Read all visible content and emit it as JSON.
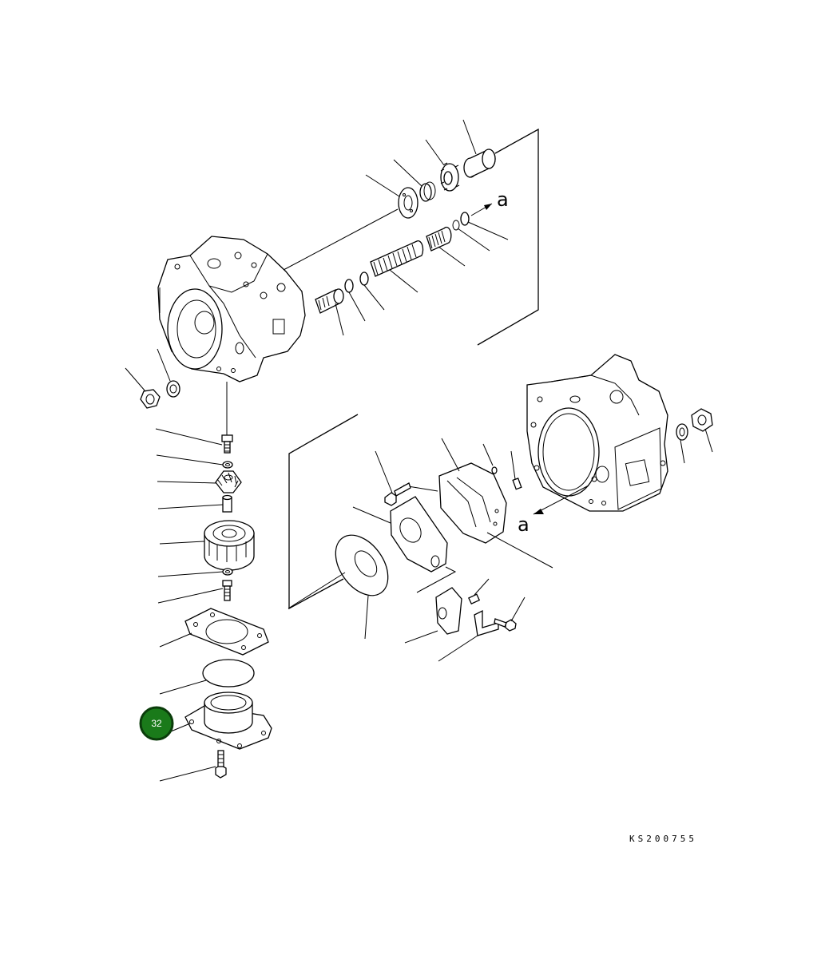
{
  "diagram": {
    "ref_letter_top": "a",
    "ref_letter_bottom": "a",
    "callout_number": "32",
    "drawing_code": "KS200755",
    "colors": {
      "callout_fill": "#1a7a1a",
      "callout_border": "#0b3d0b",
      "line": "#000000",
      "background": "#ffffff"
    }
  }
}
